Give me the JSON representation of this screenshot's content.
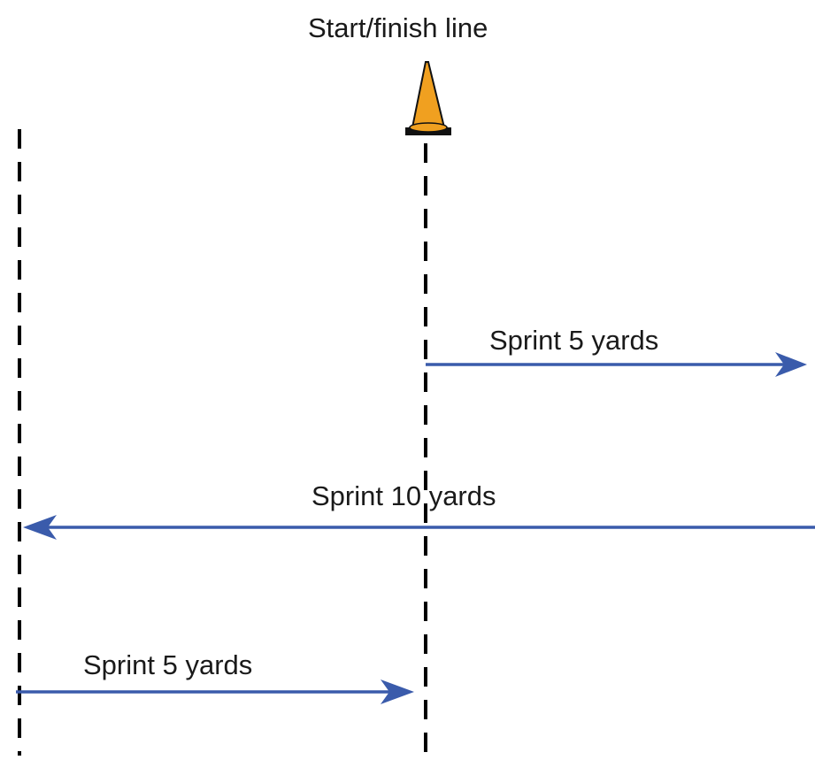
{
  "title": "Start/finish line",
  "colors": {
    "arrow": "#3a5bab",
    "cone_fill": "#f0a020",
    "cone_base": "#111111",
    "dashed_line": "#000000"
  },
  "icons": {
    "start_marker": "traffic-cone-icon"
  },
  "arrows": [
    {
      "label": "Sprint 5 yards",
      "direction": "right"
    },
    {
      "label": "Sprint 10 yards",
      "direction": "left"
    },
    {
      "label": "Sprint 5 yards",
      "direction": "right"
    }
  ]
}
